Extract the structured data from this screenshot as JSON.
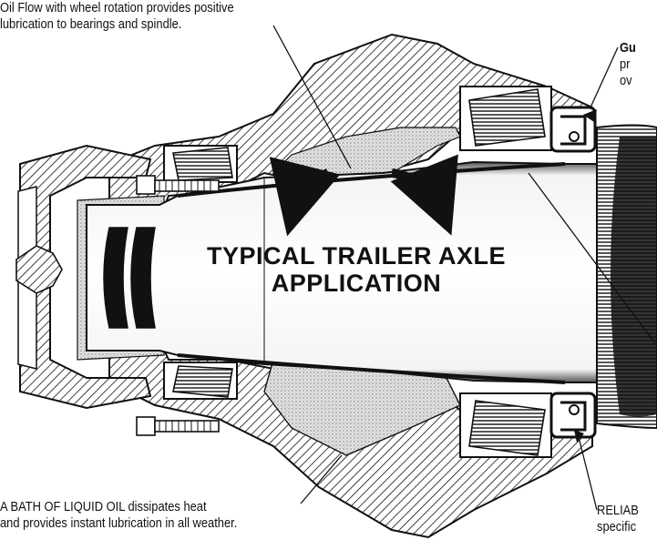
{
  "title": {
    "line1": "TYPICAL TRAILER AXLE",
    "line2": "APPLICATION"
  },
  "callouts": {
    "top_left": {
      "line1": "Oil Flow with wheel rotation provides positive",
      "line2": "lubrication to bearings and spindle."
    },
    "top_right": {
      "line1_bold": "Gu",
      "line2": "pr",
      "line3": "ov"
    },
    "bottom_left": {
      "line1": "A BATH OF LIQUID OIL dissipates heat",
      "line2": "and provides instant lubrication in all weather."
    },
    "bottom_right": {
      "line1": "RELIAB",
      "line2": "specific"
    }
  },
  "colors": {
    "ink": "#111111",
    "paper": "#ffffff",
    "stipple": "#d6d6d6",
    "spindle": "#f4f4f4"
  }
}
